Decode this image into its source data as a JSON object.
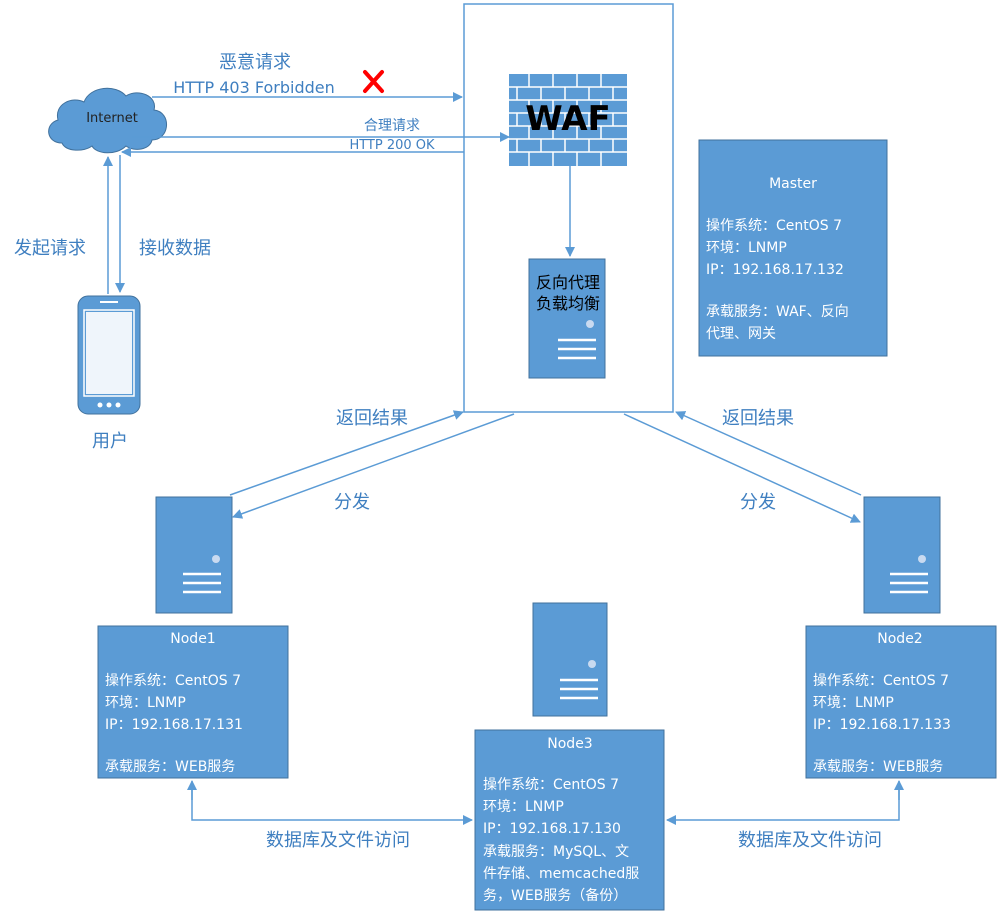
{
  "internet": {
    "label": "Internet"
  },
  "user": {
    "label": "用户",
    "send_label": "发起请求",
    "receive_label": "接收数据"
  },
  "malicious": {
    "label": "恶意请求",
    "status": "HTTP 403 Forbidden"
  },
  "legit": {
    "label": "合理请求",
    "status": "HTTP 200 OK"
  },
  "waf": {
    "label": "WAF"
  },
  "proxy": {
    "line1": "反向代理",
    "line2": "负载均衡"
  },
  "master": {
    "title": "Master",
    "os": "操作系统：CentOS 7",
    "env": "环境：LNMP",
    "ip": "IP：192.168.17.132",
    "service1": "承载服务：WAF、反向",
    "service2": "代理、网关"
  },
  "node1": {
    "title": "Node1",
    "os": "操作系统：CentOS 7",
    "env": "环境：LNMP",
    "ip": "IP：192.168.17.131",
    "service": "承载服务：WEB服务"
  },
  "node2": {
    "title": "Node2",
    "os": "操作系统：CentOS 7",
    "env": "环境：LNMP",
    "ip": "IP：192.168.17.133",
    "service": "承载服务：WEB服务"
  },
  "node3": {
    "title": "Node3",
    "os": "操作系统：CentOS 7",
    "env": "环境：LNMP",
    "ip": "IP：192.168.17.130",
    "service1": "承载服务：MySQL、文",
    "service2": "件存储、memcached服",
    "service3": "务，WEB服务（备份）"
  },
  "edges": {
    "return_left": "返回结果",
    "dispatch_left": "分发",
    "return_right": "返回结果",
    "dispatch_right": "分发",
    "db_left": "数据库及文件访问",
    "db_right": "数据库及文件访问"
  },
  "colors": {
    "accent": "#5b9bd5",
    "text_blue": "#3f7fc0",
    "box_border": "#41719c",
    "reject": "#ff0000"
  },
  "icons": [
    "cloud-icon",
    "phone-icon",
    "server-icon",
    "firewall-icon",
    "reject-x-icon"
  ]
}
